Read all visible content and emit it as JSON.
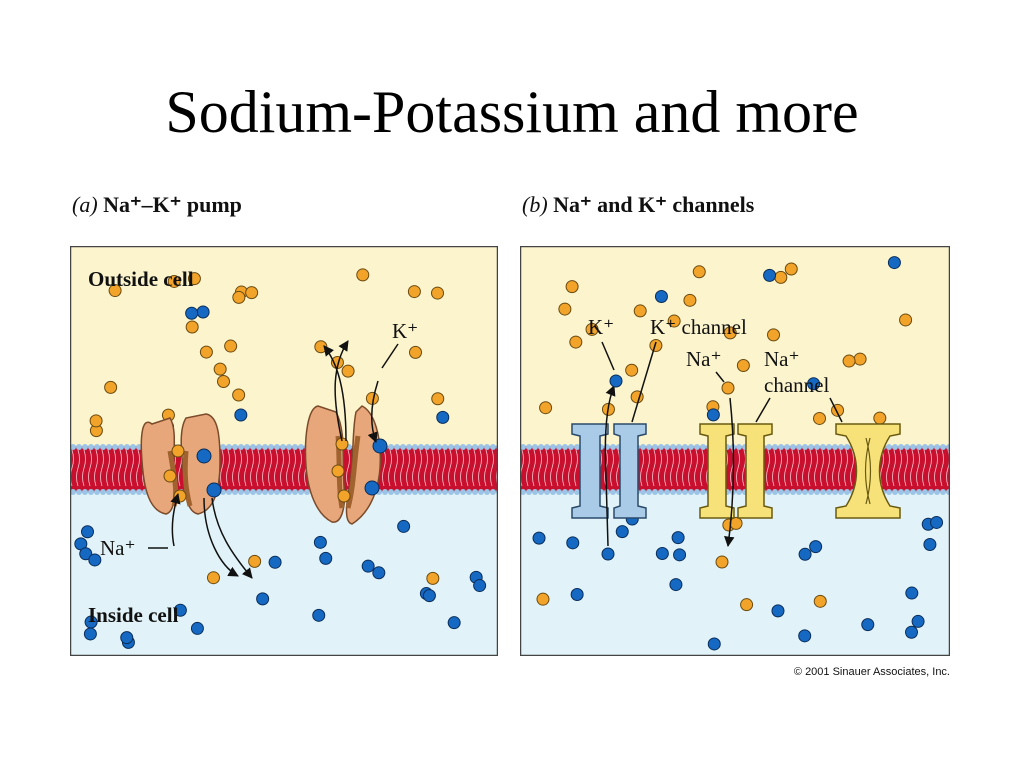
{
  "title": "Sodium-Potassium and more",
  "panel_a": {
    "letter": "(a)",
    "caption": "Na⁺–K⁺ pump",
    "outside_label": "Outside cell",
    "inside_label": "Inside cell",
    "na_label": "Na⁺",
    "k_label": "K⁺"
  },
  "panel_b": {
    "letter": "(b)",
    "caption": "Na⁺ and K⁺ channels",
    "k_label": "K⁺",
    "k_channel_label": "K⁺ channel",
    "na_label": "Na⁺",
    "na_channel_label_1": "Na⁺",
    "na_channel_label_2": "channel"
  },
  "copyright": "© 2001 Sinauer Associates, Inc.",
  "colors": {
    "outside_bg": "#fbf4cd",
    "inside_bg": "#e1f3f8",
    "membrane": "#c8102e",
    "membrane_heads": "#9cc4e6",
    "sodium_ion": "#f2a32a",
    "potassium_ion": "#1669c2",
    "pump_protein": "#e8a77a",
    "k_channel": "#a9cbe8",
    "na_channel": "#f7e27a"
  }
}
